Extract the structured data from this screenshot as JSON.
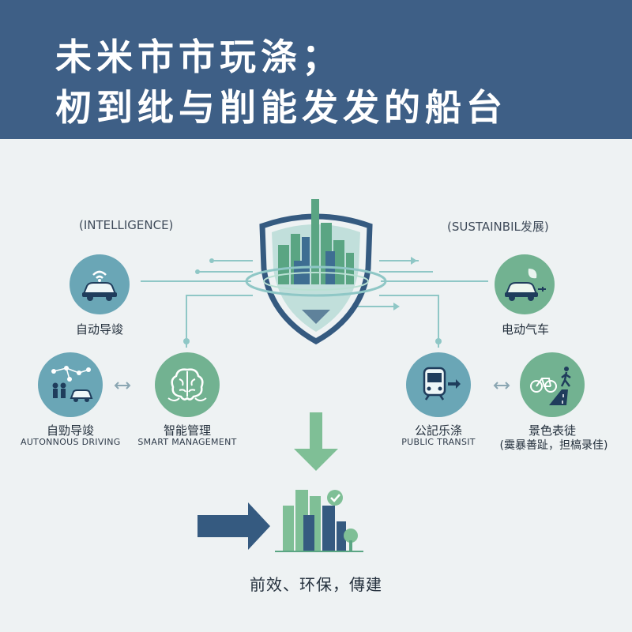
{
  "header": {
    "title_line1": "未米市市玩涤；",
    "title_line2": "杒到纰与削能发发的船台"
  },
  "sections": {
    "intelligence": "(INTELLIGENCE)",
    "sustainability": "(SUSTAINBIL发展)"
  },
  "nodes": {
    "auto_driving": {
      "label": "自动导竣",
      "icon": "car-wifi-icon"
    },
    "electric_car": {
      "label": "电动气车",
      "icon": "electric-car-icon"
    },
    "network_driving": {
      "label": "自勁导竣",
      "sublabel": "AUTONNOUS DRIVING",
      "icon": "network-people-car-icon"
    },
    "smart_management": {
      "label": "智能管理",
      "sublabel": "SMART MANAGEMENT",
      "icon": "brain-icon"
    },
    "public_transit": {
      "label": "公記乐涤",
      "sublabel": "PUBLIC TRANSIT",
      "icon": "train-icon"
    },
    "green_travel": {
      "label": "景色表徒",
      "sublabel": "(霙暴善趾，担槁录佳)",
      "icon": "bicycle-walker-icon"
    }
  },
  "outcome": {
    "label": "前效、环保，傳建"
  },
  "colors": {
    "header": "#3e5f86",
    "blue_node": "#6aa6b6",
    "green_node": "#72b291",
    "navy": "#355a80",
    "green": "#7fbf96"
  }
}
